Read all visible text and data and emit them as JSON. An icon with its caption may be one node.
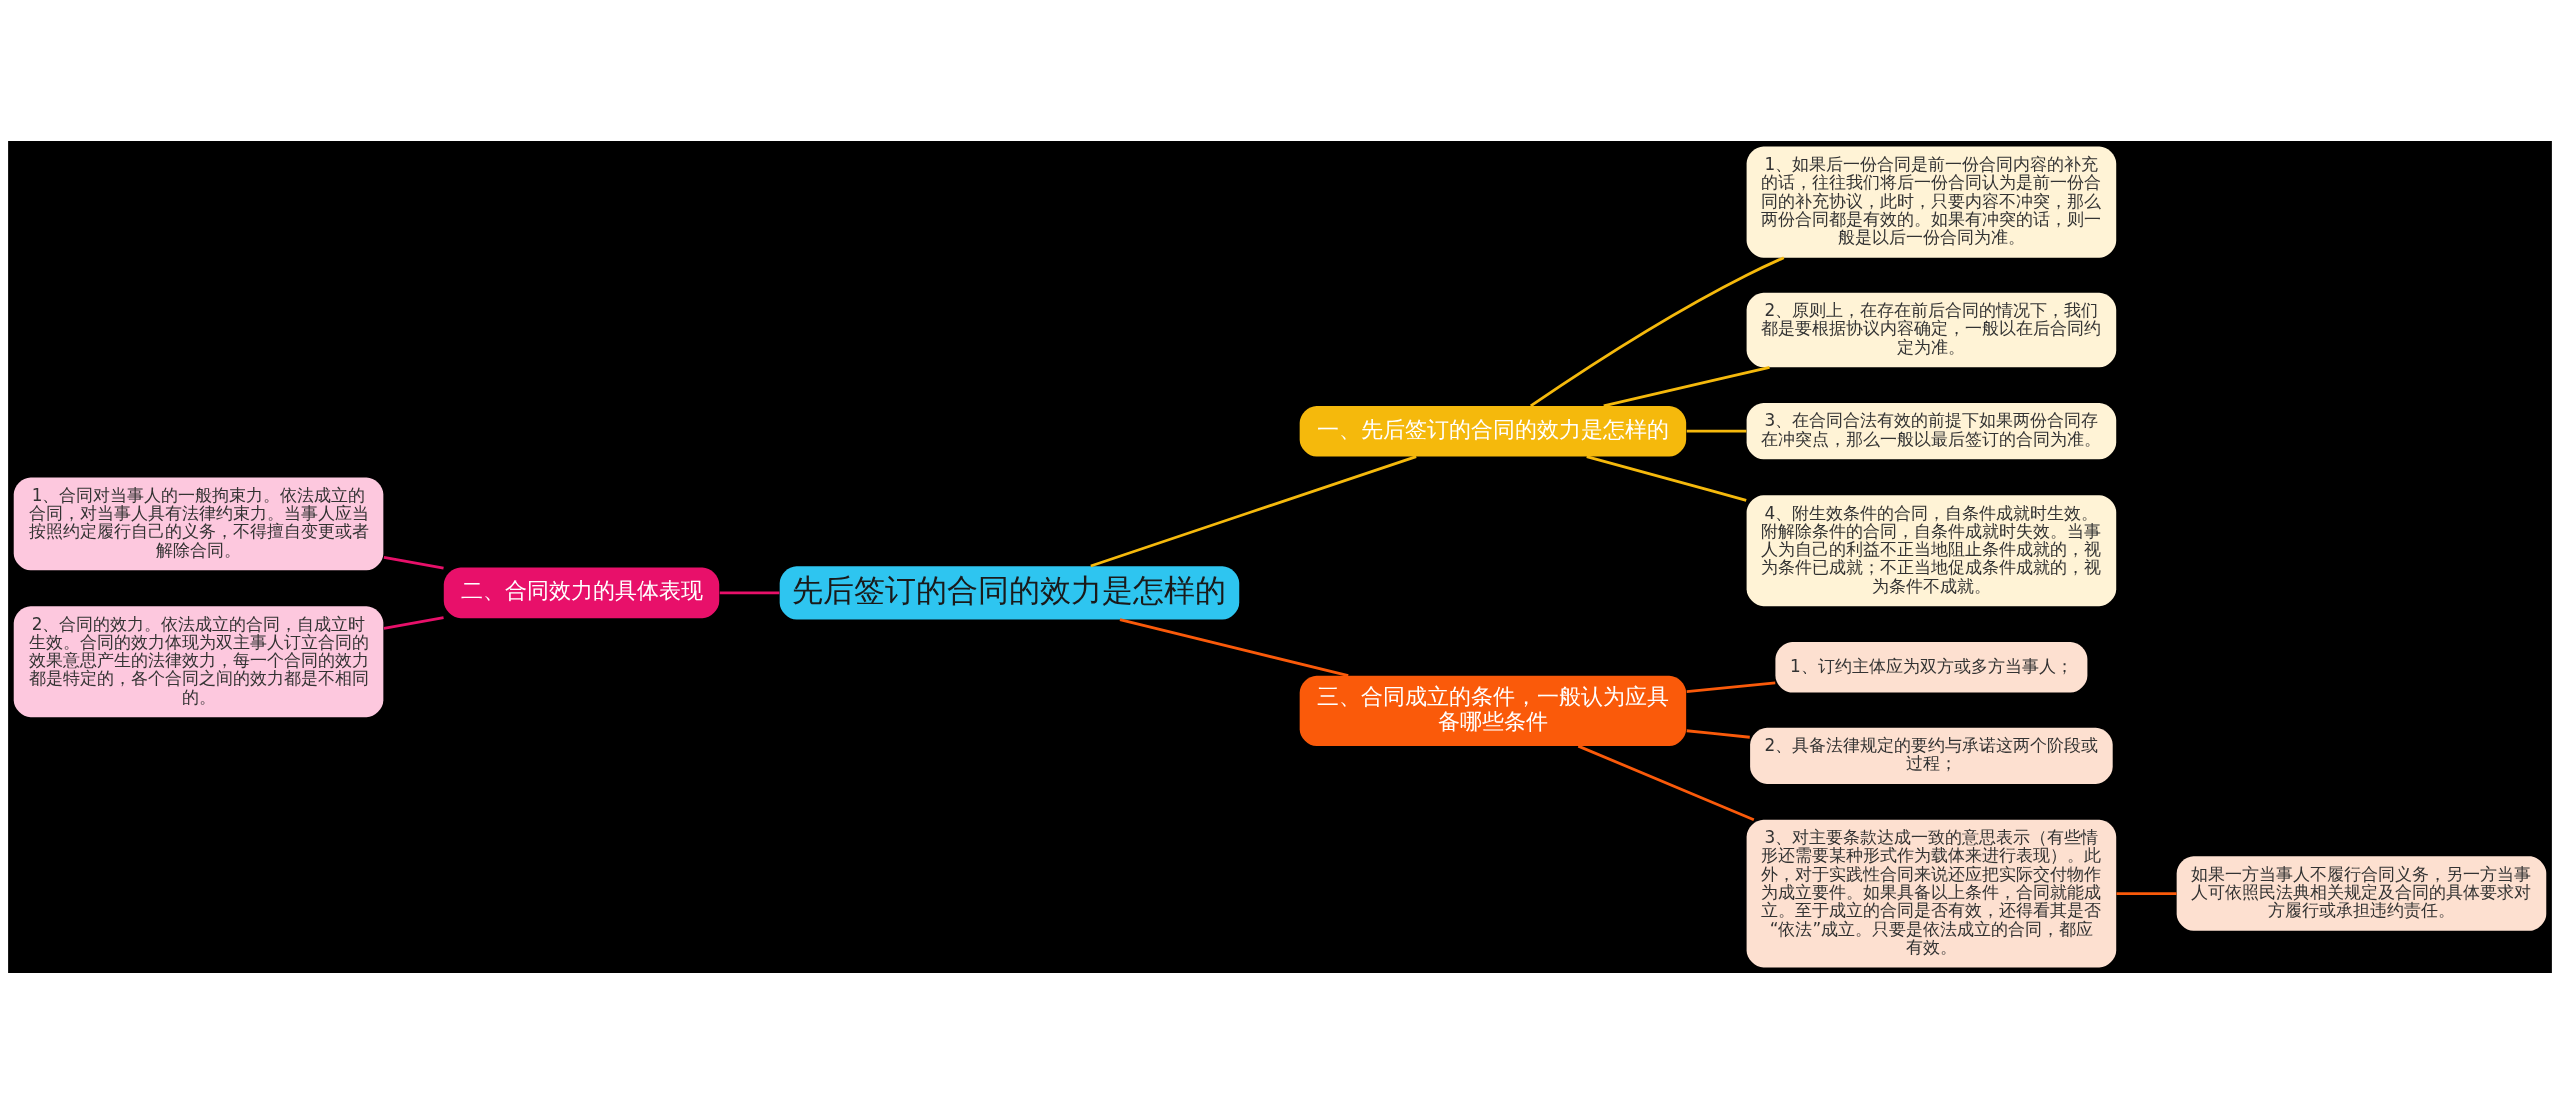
{
  "diagram": {
    "nodes": [
      {
        "text": [
          "先后签订的合同的效力是怎样的"
        ]
      },
      {
        "text": [
          "一、先后签订的合同的效力是怎样的"
        ]
      },
      {
        "text": [
          "1、如果后一份合同是前一份合同内容的补充的话，往往我们将后一份合同认为是前一份合同的补充协议，此时，只要内容不冲突，那么两份合同都是有效的。如果有冲突的话，则一般是以后一份合同为准。"
        ]
      },
      {
        "text": [
          "2、原则上，在存在前后合同的情况下，我们都是要根据协议内容确定，一般以在后合同约定为准。"
        ]
      },
      {
        "text": [
          "3、在合同合法有效的前提下如果两份合同存在冲突点，那么一般以最后签订的合同为准。"
        ]
      },
      {
        "text": [
          "4、附生效条件的合同，自条件成就时生效。附解除条件的合同，自条件成就时失效。当事人为自己的利益不正当地阻止条件成就的，视为条件已成就；不正当地促成条件成就的，视为条件不成就。"
        ]
      },
      {
        "text": [
          "三、合同成立的条件，一般认为应具备哪些条件"
        ]
      },
      {
        "text": [
          "1、订约主体应为双方或多方当事人；"
        ]
      },
      {
        "text": [
          "2、具备法律规定的要约与承诺这两个阶段或过程；"
        ]
      },
      {
        "text": [
          "3、对主要条款达成一致的意思表示（有些情形还需要某种形式作为载体来进行表现）。此外，对于实践性合同来说还应把实际交付物作为成立要件。如果具备以上条件，合同就能成立。至于成立的合同是否有效，还得看其是否“依法”成立。只要是依法成立的合同，都应有效。"
        ]
      },
      {
        "text": [
          "如果一方当事人不履行合同义务，另一方当事人可依照民法典相关规定及合同的具体要求对方履行或承担违约责任。"
        ]
      },
      {
        "text": [
          "二、合同效力的具体表现"
        ]
      },
      {
        "text": [
          "1、合同对当事人的一般拘束力。依法成立的合同，对当事人具有法律约束力。当事人应当按照约定履行自己的义务，不得擅自变更或者解除合同。"
        ]
      },
      {
        "text": [
          "2、合同的效力。依法成立的合同，自成立时生效。合同的效力体现为双主事人订立合同的效果意思产生的法律效力，每一个合同的效力都是特定的，各个合同之间的效力都是不相同的。"
        ]
      }
    ],
    "edges": [
      {
        "from": 0,
        "to": 1,
        "arrow": "none",
        "color": "#f5b90c"
      },
      {
        "from": 1,
        "to": 2,
        "arrow": "none",
        "color": "#f5b90c"
      },
      {
        "from": 1,
        "to": 3,
        "arrow": "none",
        "color": "#f5b90c"
      },
      {
        "from": 1,
        "to": 4,
        "arrow": "none",
        "color": "#f5b90c"
      },
      {
        "from": 1,
        "to": 5,
        "arrow": "none",
        "color": "#f5b90c"
      },
      {
        "from": 0,
        "to": 6,
        "arrow": "none",
        "color": "#fa5a0a"
      },
      {
        "from": 6,
        "to": 7,
        "arrow": "none",
        "color": "#fa5a0a"
      },
      {
        "from": 6,
        "to": 8,
        "arrow": "none",
        "color": "#fa5a0a"
      },
      {
        "from": 6,
        "to": 9,
        "arrow": "none",
        "color": "#fa5a0a"
      },
      {
        "from": 9,
        "to": 10,
        "arrow": "none",
        "color": "#fa5a0a"
      },
      {
        "from": 0,
        "to": 11,
        "arrow": "none",
        "color": "#e8106a"
      },
      {
        "from": 11,
        "to": 12,
        "arrow": "none",
        "color": "#e8106a"
      },
      {
        "from": 11,
        "to": 13,
        "arrow": "none",
        "color": "#e8106a"
      }
    ]
  }
}
